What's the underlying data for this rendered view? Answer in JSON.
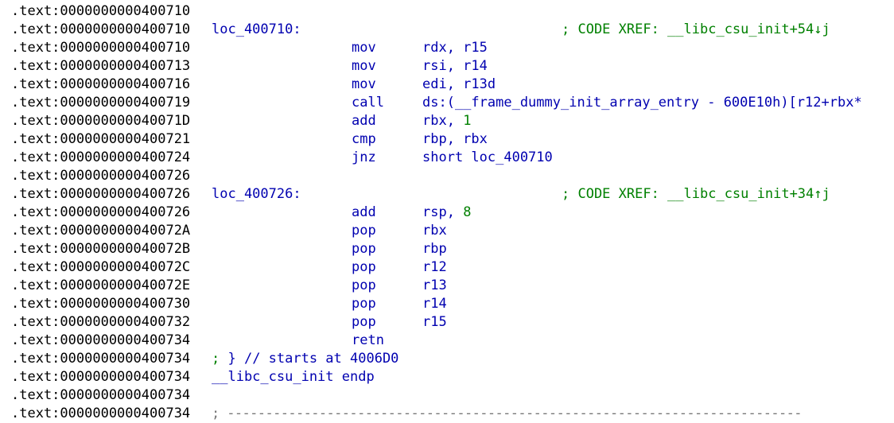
{
  "listing": {
    "lines": [
      {
        "addr": ".text:0000000000400710",
        "label": "",
        "mnem": "",
        "ops": "",
        "ops_num": "",
        "xref": "",
        "comment_sym": "",
        "comment_text": "",
        "sep": ""
      },
      {
        "addr": ".text:0000000000400710",
        "label": "loc_400710:",
        "mnem": "",
        "ops": "",
        "ops_num": "",
        "xref": "; CODE XREF: __libc_csu_init+54↓j",
        "comment_sym": "",
        "comment_text": "",
        "sep": ""
      },
      {
        "addr": ".text:0000000000400710",
        "label": "",
        "mnem": "mov",
        "ops": "rdx, r15",
        "ops_num": "",
        "xref": "",
        "comment_sym": "",
        "comment_text": "",
        "sep": ""
      },
      {
        "addr": ".text:0000000000400713",
        "label": "",
        "mnem": "mov",
        "ops": "rsi, r14",
        "ops_num": "",
        "xref": "",
        "comment_sym": "",
        "comment_text": "",
        "sep": ""
      },
      {
        "addr": ".text:0000000000400716",
        "label": "",
        "mnem": "mov",
        "ops": "edi, r13d",
        "ops_num": "",
        "xref": "",
        "comment_sym": "",
        "comment_text": "",
        "sep": ""
      },
      {
        "addr": ".text:0000000000400719",
        "label": "",
        "mnem": "call",
        "ops": "ds:(__frame_dummy_init_array_entry - 600E10h)[r12+rbx*",
        "ops_num": "",
        "xref": "",
        "comment_sym": "",
        "comment_text": "",
        "sep": ""
      },
      {
        "addr": ".text:000000000040071D",
        "label": "",
        "mnem": "add",
        "ops": "rbx, ",
        "ops_num": "1",
        "xref": "",
        "comment_sym": "",
        "comment_text": "",
        "sep": ""
      },
      {
        "addr": ".text:0000000000400721",
        "label": "",
        "mnem": "cmp",
        "ops": "rbp, rbx",
        "ops_num": "",
        "xref": "",
        "comment_sym": "",
        "comment_text": "",
        "sep": ""
      },
      {
        "addr": ".text:0000000000400724",
        "label": "",
        "mnem": "jnz",
        "ops": "short loc_400710",
        "ops_num": "",
        "xref": "",
        "comment_sym": "",
        "comment_text": "",
        "sep": ""
      },
      {
        "addr": ".text:0000000000400726",
        "label": "",
        "mnem": "",
        "ops": "",
        "ops_num": "",
        "xref": "",
        "comment_sym": "",
        "comment_text": "",
        "sep": ""
      },
      {
        "addr": ".text:0000000000400726",
        "label": "loc_400726:",
        "mnem": "",
        "ops": "",
        "ops_num": "",
        "xref": "; CODE XREF: __libc_csu_init+34↑j",
        "comment_sym": "",
        "comment_text": "",
        "sep": ""
      },
      {
        "addr": ".text:0000000000400726",
        "label": "",
        "mnem": "add",
        "ops": "rsp, ",
        "ops_num": "8",
        "xref": "",
        "comment_sym": "",
        "comment_text": "",
        "sep": ""
      },
      {
        "addr": ".text:000000000040072A",
        "label": "",
        "mnem": "pop",
        "ops": "rbx",
        "ops_num": "",
        "xref": "",
        "comment_sym": "",
        "comment_text": "",
        "sep": ""
      },
      {
        "addr": ".text:000000000040072B",
        "label": "",
        "mnem": "pop",
        "ops": "rbp",
        "ops_num": "",
        "xref": "",
        "comment_sym": "",
        "comment_text": "",
        "sep": ""
      },
      {
        "addr": ".text:000000000040072C",
        "label": "",
        "mnem": "pop",
        "ops": "r12",
        "ops_num": "",
        "xref": "",
        "comment_sym": "",
        "comment_text": "",
        "sep": ""
      },
      {
        "addr": ".text:000000000040072E",
        "label": "",
        "mnem": "pop",
        "ops": "r13",
        "ops_num": "",
        "xref": "",
        "comment_sym": "",
        "comment_text": "",
        "sep": ""
      },
      {
        "addr": ".text:0000000000400730",
        "label": "",
        "mnem": "pop",
        "ops": "r14",
        "ops_num": "",
        "xref": "",
        "comment_sym": "",
        "comment_text": "",
        "sep": ""
      },
      {
        "addr": ".text:0000000000400732",
        "label": "",
        "mnem": "pop",
        "ops": "r15",
        "ops_num": "",
        "xref": "",
        "comment_sym": "",
        "comment_text": "",
        "sep": ""
      },
      {
        "addr": ".text:0000000000400734",
        "label": "",
        "mnem": "retn",
        "ops": "",
        "ops_num": "",
        "xref": "",
        "comment_sym": "",
        "comment_text": "",
        "sep": ""
      },
      {
        "addr": ".text:0000000000400734",
        "label": "",
        "mnem": "",
        "ops": "",
        "ops_num": "",
        "xref": "",
        "comment_sym": "; ",
        "comment_text": "} // starts at 4006D0",
        "sep": ""
      },
      {
        "addr": ".text:0000000000400734",
        "label": "__libc_csu_init endp",
        "mnem": "",
        "ops": "",
        "ops_num": "",
        "xref": "",
        "comment_sym": "",
        "comment_text": "",
        "sep": ""
      },
      {
        "addr": ".text:0000000000400734",
        "label": "",
        "mnem": "",
        "ops": "",
        "ops_num": "",
        "xref": "",
        "comment_sym": "",
        "comment_text": "",
        "sep": ""
      },
      {
        "addr": ".text:0000000000400734",
        "label": "",
        "mnem": "",
        "ops": "",
        "ops_num": "",
        "xref": "",
        "comment_sym": "",
        "comment_text": "",
        "sep": "; ---------------------------------------------------------------------------"
      }
    ]
  },
  "colors": {
    "address": "#000000",
    "code": "#0000b0",
    "comment": "#008000",
    "immediate": "#008000",
    "separator": "#777777",
    "background": "#ffffff"
  }
}
